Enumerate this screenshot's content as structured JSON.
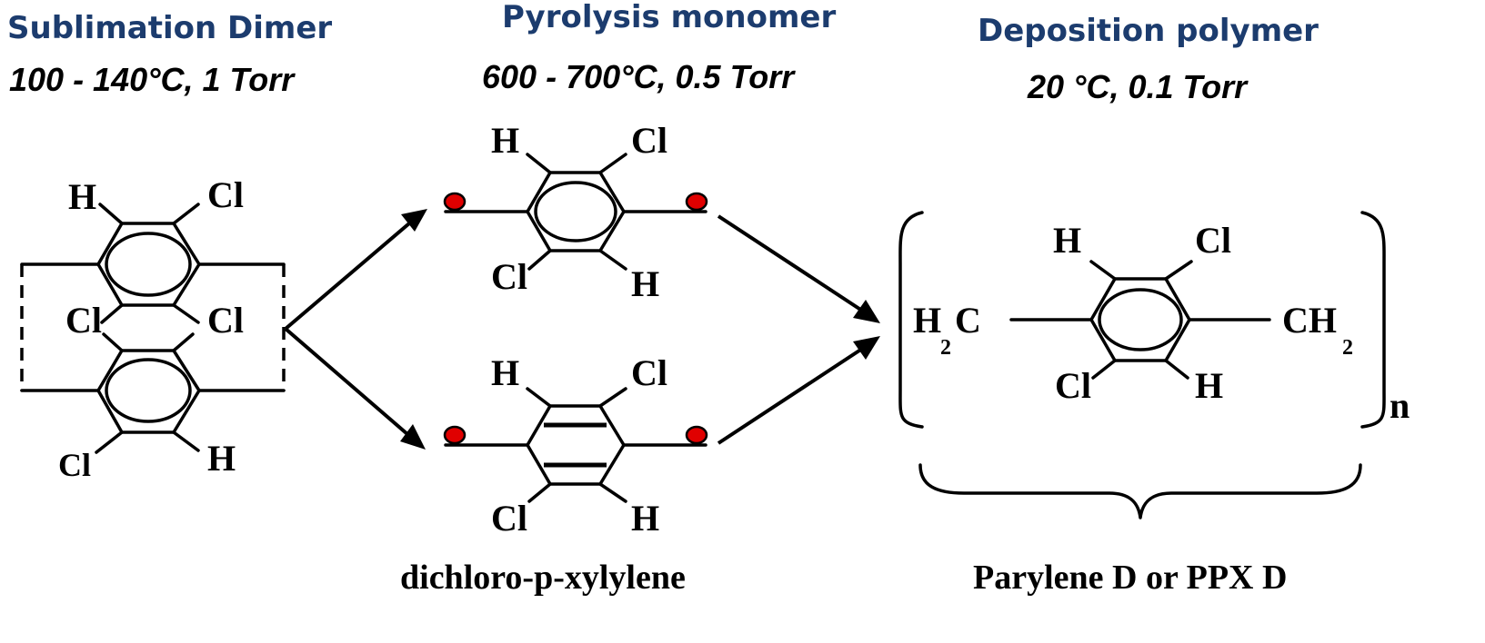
{
  "stages": {
    "sublimation": {
      "title": "Sublimation Dimer",
      "conditions": "100 - 140°C, 1 Torr"
    },
    "pyrolysis": {
      "title": "Pyrolysis monomer",
      "conditions": "600 - 700°C, 0.5 Torr"
    },
    "deposition": {
      "title": "Deposition polymer",
      "conditions": "20 °C, 0.1 Torr"
    }
  },
  "atoms": {
    "h": "H",
    "cl": "Cl",
    "c": "C",
    "ch": "CH",
    "two": "2",
    "n": "n"
  },
  "captions": {
    "monomer": "dichloro-p-xylylene",
    "polymer": "Parylene D or PPX D"
  },
  "colors": {
    "title_text": "#1c3c6e",
    "radical": "#e00000"
  }
}
